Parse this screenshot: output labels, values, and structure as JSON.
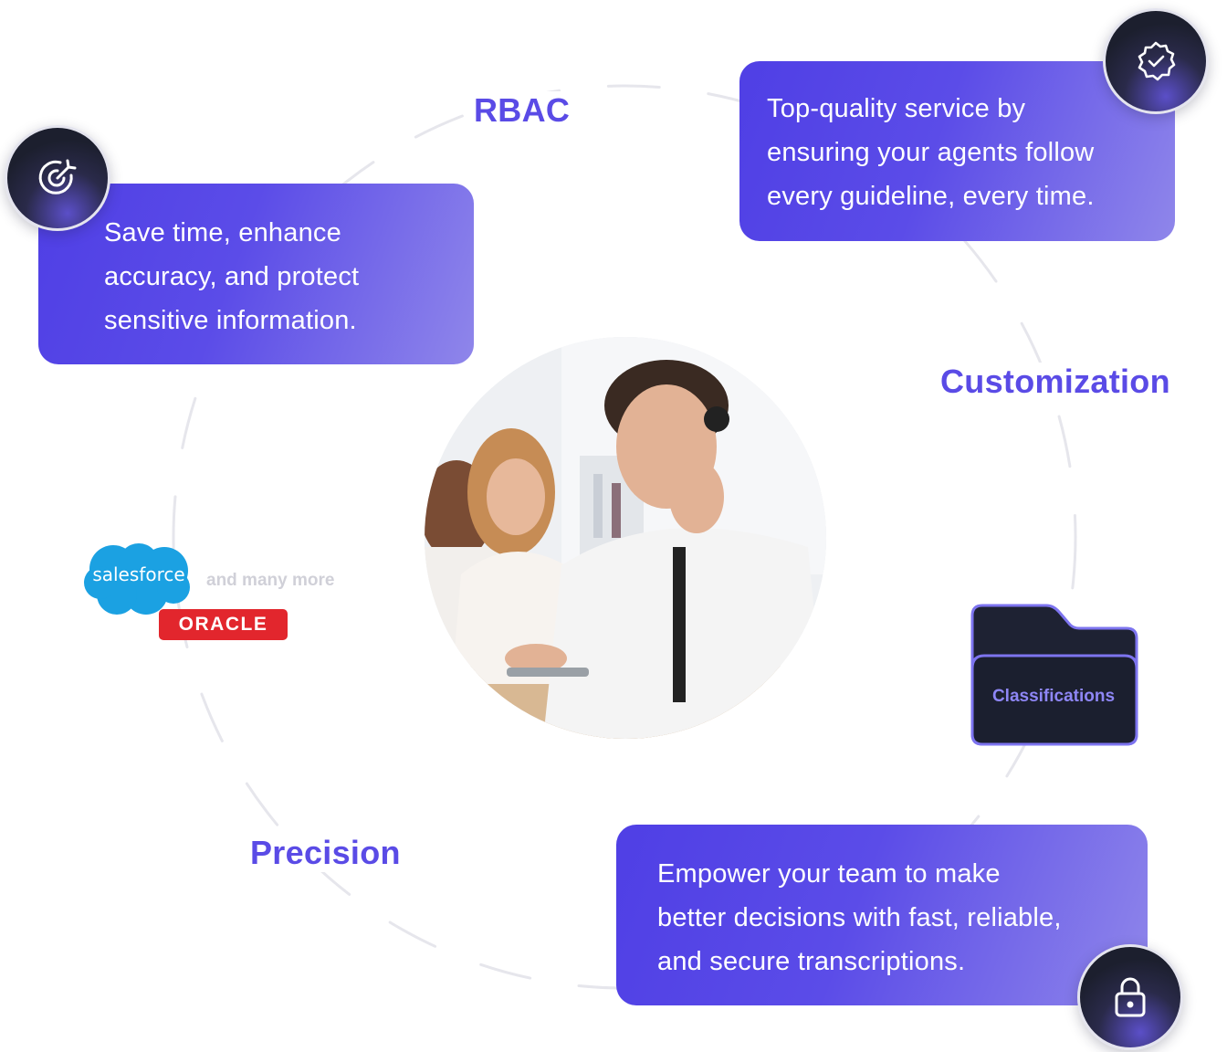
{
  "labels": {
    "rbac": "RBAC",
    "customization": "Customization",
    "precision": "Precision"
  },
  "cards": {
    "save_time": [
      "Save time, enhance",
      "accuracy, and protect",
      "sensitive information."
    ],
    "top_quality": [
      "Top-quality service by",
      "ensuring your agents follow",
      "every guideline, every time."
    ],
    "empower": [
      "Empower your team to make",
      "better decisions with fast, reliable,",
      "and secure transcriptions."
    ]
  },
  "integrations": {
    "salesforce": "salesforce",
    "oracle": "ORACLE",
    "more": "and many more"
  },
  "folder": {
    "label": "Classifications"
  },
  "icons": {
    "save_time_badge": "target-sparkle-icon",
    "top_quality_badge": "verified-check-icon",
    "empower_badge": "lock-icon"
  },
  "colors": {
    "accent": "#5a4be6",
    "card_gradient_start": "#4f3fe5",
    "card_gradient_end": "#8f86ea",
    "badge_dark": "#1c1f2e",
    "oracle_red": "#e2262d",
    "salesforce_blue": "#1ba1e2"
  }
}
